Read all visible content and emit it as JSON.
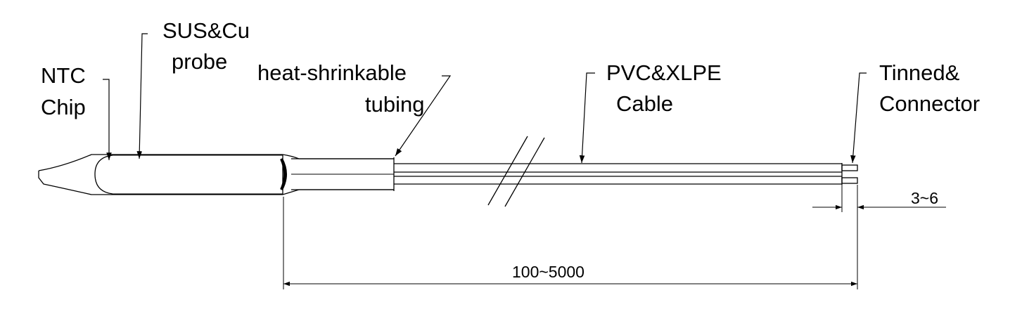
{
  "labels": {
    "ntc_line1": "NTC",
    "ntc_line2": "Chip",
    "sus_line1": "SUS&Cu",
    "sus_line2": "probe",
    "heat_line1": "heat-shrinkable",
    "heat_line2": "tubing",
    "pvc_line1": "PVC&XLPE",
    "pvc_line2": "Cable",
    "tin_line1": "Tinned&",
    "tin_line2": "Connector"
  },
  "dimensions": {
    "strip_length": "3~6",
    "cable_length": "100~5000"
  }
}
